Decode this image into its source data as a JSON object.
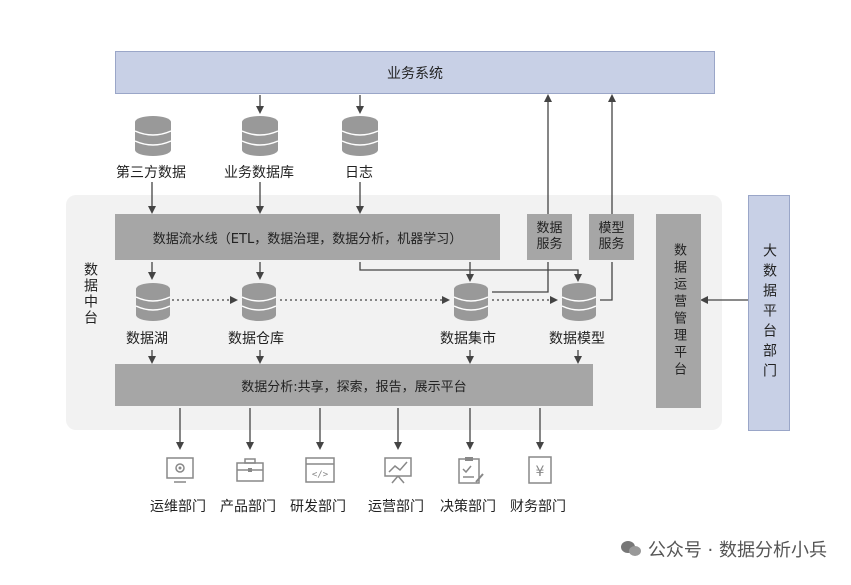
{
  "business_system": "业务系统",
  "sources": [
    "第三方数据",
    "业务数据库",
    "日志"
  ],
  "platform_label": "数据中台",
  "pipeline": "数据流水线（ETL，数据治理，数据分析，机器学习）",
  "data_service": "数据服务",
  "model_service": "模型服务",
  "ops_platform": "数据运营管理平台",
  "bigdata_dept": "大数据平台部门",
  "stores": [
    "数据湖",
    "数据仓库",
    "数据集市",
    "数据模型"
  ],
  "analysis_platform": "数据分析:共享，探索，报告，展示平台",
  "departments": [
    "运维部门",
    "产品部门",
    "研发部门",
    "运营部门",
    "决策部门",
    "财务部门"
  ],
  "watermark": "公众号 · 数据分析小兵",
  "colors": {
    "gray_box": "#a6a6a6",
    "blue_box": "#c8d0e6",
    "platform_bg": "#f2f2f2",
    "line": "#444444"
  }
}
